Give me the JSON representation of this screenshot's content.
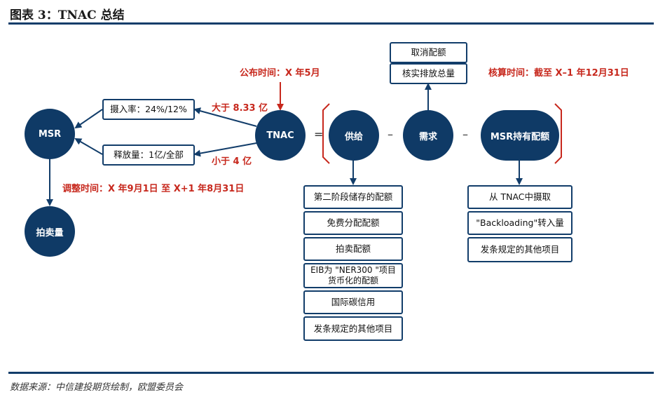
{
  "header": {
    "title": "图表 3：TNAC 总结"
  },
  "footer": {
    "source": "数据来源：中信建投期货绘制，欧盟委员会"
  },
  "nodes": {
    "msr": "MSR",
    "auction": "拍卖量",
    "tnac": "TNAC",
    "supply": "供给",
    "demand": "需求",
    "msr_holdings": "MSR持有配额"
  },
  "operators": {
    "equals": "=",
    "minus1": "–",
    "minus2": "–"
  },
  "msr_boxes": {
    "intake": "摄入率：24%/12%",
    "release": "释放量：1亿/全部"
  },
  "demand_boxes": [
    "取消配额",
    "核实排放总量"
  ],
  "supply_boxes": [
    "第二阶段储存的配额",
    "免费分配配额",
    "拍卖配额",
    "EIB为 \"NER300 \"项目货币化的配额",
    "国际碳信用",
    "发条规定的其他项目"
  ],
  "msr_holding_boxes": [
    "从 TNAC中摄取",
    "\"Backloading\"转入量",
    "发条规定的其他项目"
  ],
  "annotations": {
    "publish_time": "公布时间：X 年5月",
    "accounting_time": "核算时间：截至 X–1 年12月31日",
    "above": "大于 8.33 亿",
    "below": "小于 4 亿",
    "adjust_time": "调整时间：X 年9月1日 至 X+1 年8月31日"
  },
  "colors": {
    "node": "#0f3a66",
    "box_border": "#123d6a",
    "annotation": "#c7281d"
  }
}
